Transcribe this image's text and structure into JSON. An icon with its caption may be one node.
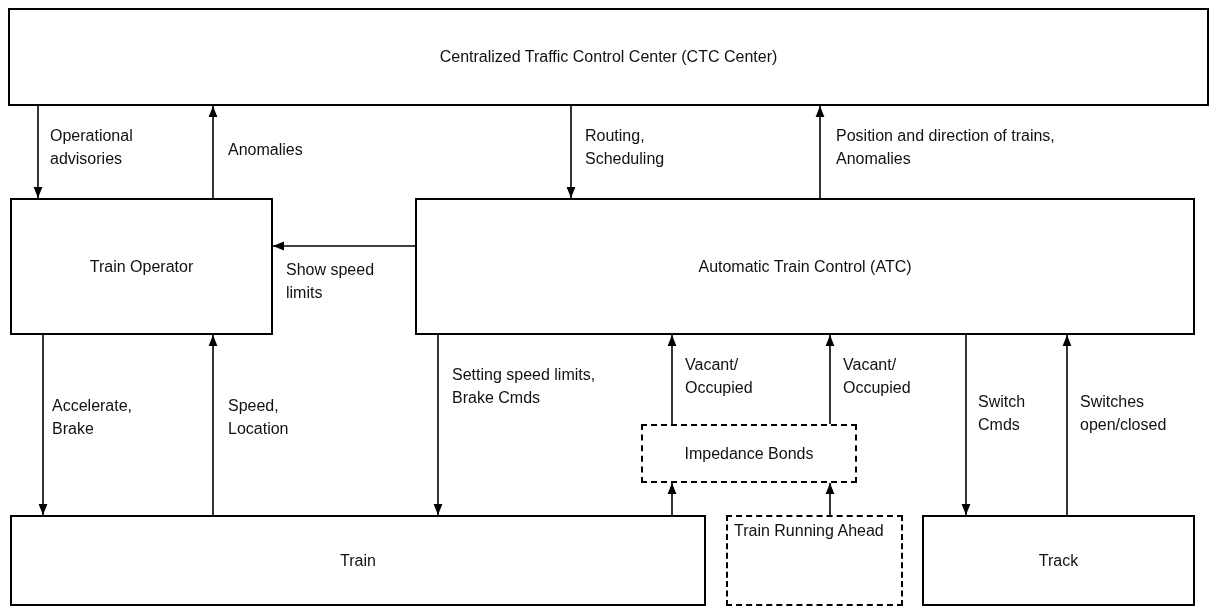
{
  "diagram": {
    "nodes": [
      {
        "text": [
          "Centralized Traffic Control Center (CTC Center)"
        ]
      },
      {
        "text": [
          "Train Operator"
        ]
      },
      {
        "text": [
          "Automatic Train Control (ATC)"
        ]
      },
      {
        "text": [
          "Impedance Bonds"
        ]
      },
      {
        "text": [
          "Train"
        ]
      },
      {
        "text": [
          "Train Running Ahead"
        ]
      },
      {
        "text": [
          "Track"
        ]
      }
    ],
    "edges": [
      {
        "from": 0,
        "to": 1,
        "arrow": "to",
        "label": "Operational advisories"
      },
      {
        "from": 1,
        "to": 0,
        "arrow": "to",
        "label": "Anomalies"
      },
      {
        "from": 0,
        "to": 2,
        "arrow": "to",
        "label": "Routing, Scheduling"
      },
      {
        "from": 2,
        "to": 0,
        "arrow": "to",
        "label": "Position and direction of trains, Anomalies"
      },
      {
        "from": 2,
        "to": 1,
        "arrow": "to",
        "label": "Show speed limits"
      },
      {
        "from": 1,
        "to": 4,
        "arrow": "to",
        "label": "Accelerate, Brake"
      },
      {
        "from": 4,
        "to": 1,
        "arrow": "to",
        "label": "Speed, Location"
      },
      {
        "from": 2,
        "to": 4,
        "arrow": "to",
        "label": "Setting speed limits, Brake Cmds"
      },
      {
        "from": 3,
        "to": 2,
        "arrow": "to",
        "label": "Vacant/ Occupied"
      },
      {
        "from": 3,
        "to": 2,
        "arrow": "to",
        "label": "Vacant/ Occupied"
      },
      {
        "from": 4,
        "to": 3,
        "arrow": "to"
      },
      {
        "from": 5,
        "to": 3,
        "arrow": "to"
      },
      {
        "from": 2,
        "to": 6,
        "arrow": "to",
        "label": "Switch Cmds"
      },
      {
        "from": 6,
        "to": 2,
        "arrow": "to",
        "label": "Switches open/closed"
      }
    ]
  }
}
